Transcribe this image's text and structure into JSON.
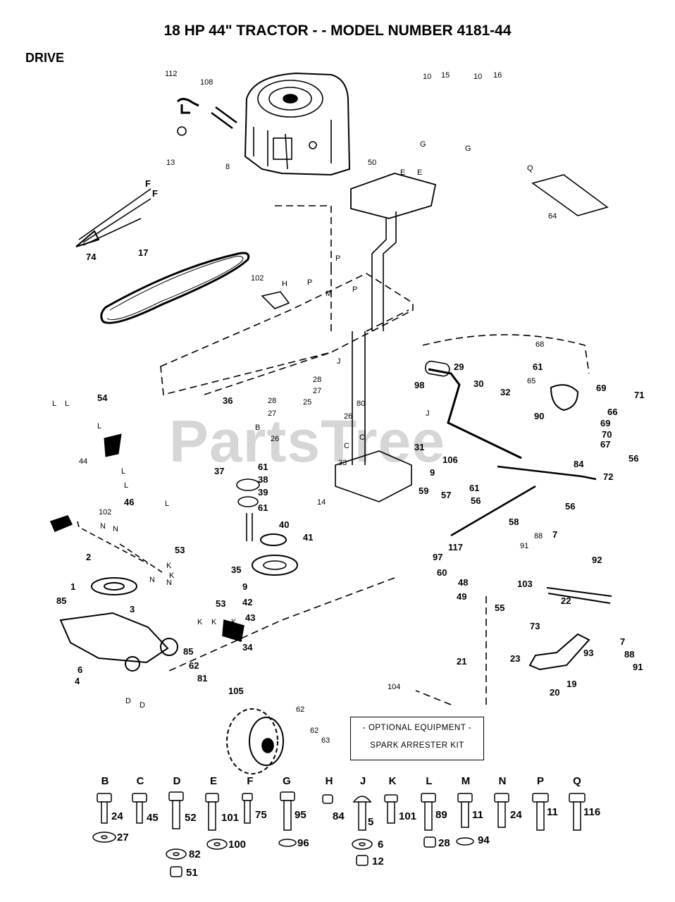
{
  "header": {
    "title": "18 HP 44\" TRACTOR - - MODEL NUMBER 4181-44",
    "section": "DRIVE"
  },
  "watermark": "PartsTree",
  "optional_box": {
    "line1": "- OPTIONAL EQUIPMENT -",
    "line2": "SPARK ARRESTER KIT"
  },
  "part_labels": [
    "112",
    "108",
    "13",
    "8",
    "10",
    "15",
    "10",
    "16",
    "G",
    "G",
    "50",
    "E",
    "E",
    "Q",
    "64",
    "F",
    "F",
    "74",
    "17",
    "102",
    "H",
    "P",
    "M",
    "P",
    "P",
    "68",
    "61",
    "65",
    "69",
    "71",
    "29",
    "30",
    "32",
    "90",
    "66",
    "69",
    "70",
    "67",
    "56",
    "84",
    "72",
    "56",
    "98",
    "J",
    "J",
    "28",
    "27",
    "26",
    "28",
    "27",
    "25",
    "26",
    "80",
    "36",
    "B",
    "C",
    "C",
    "33",
    "14",
    "31",
    "106",
    "59",
    "9",
    "57",
    "61",
    "56",
    "54",
    "L",
    "L",
    "L",
    "44",
    "37",
    "61",
    "38",
    "39",
    "61",
    "40",
    "41",
    "46",
    "L",
    "L",
    "L",
    "102",
    "N",
    "N",
    "53",
    "K",
    "K",
    "2",
    "1",
    "85",
    "3",
    "35",
    "9",
    "42",
    "43",
    "N",
    "N",
    "53",
    "K",
    "K",
    "K",
    "34",
    "6",
    "4",
    "D",
    "D",
    "85",
    "62",
    "81",
    "105",
    "58",
    "117",
    "97",
    "60",
    "91",
    "88",
    "7",
    "92",
    "48",
    "49",
    "103",
    "22",
    "55",
    "73",
    "23",
    "21",
    "20",
    "19",
    "93",
    "7",
    "88",
    "91",
    "104",
    "62",
    "62",
    "63"
  ],
  "hardware": [
    {
      "letter": "B",
      "n1": "24",
      "n2": "27"
    },
    {
      "letter": "C",
      "n1": "45"
    },
    {
      "letter": "D",
      "n1": "52",
      "n2": "82",
      "n3": "51"
    },
    {
      "letter": "E",
      "n1": "101",
      "n2": "100"
    },
    {
      "letter": "F",
      "n1": "75"
    },
    {
      "letter": "G",
      "n1": "95",
      "n2": "96"
    },
    {
      "letter": "H",
      "n1": "84"
    },
    {
      "letter": "J",
      "n1": "5",
      "n2": "6",
      "n3": "12"
    },
    {
      "letter": "K",
      "n1": "101"
    },
    {
      "letter": "L",
      "n1": "89",
      "n2": "28"
    },
    {
      "letter": "M",
      "n1": "11",
      "n2": "94"
    },
    {
      "letter": "N",
      "n1": "24"
    },
    {
      "letter": "P",
      "n1": "11"
    },
    {
      "letter": "Q",
      "n1": "116"
    }
  ]
}
